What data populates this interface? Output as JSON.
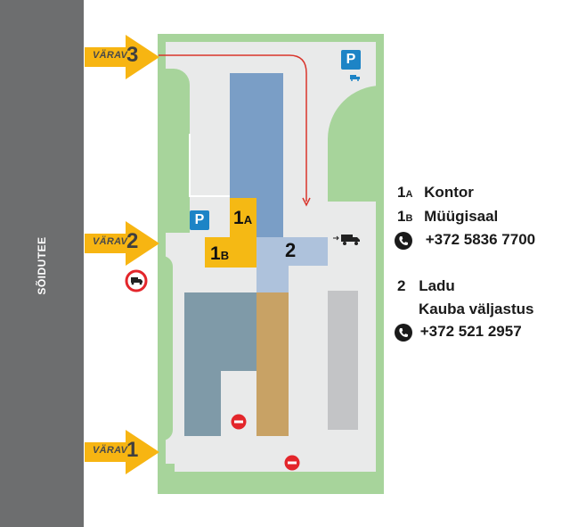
{
  "road": {
    "label": "SÕIDUTEE"
  },
  "gates": [
    {
      "word": "VÄRAV",
      "number": "3"
    },
    {
      "word": "VÄRAV",
      "number": "2"
    },
    {
      "word": "VÄRAV",
      "number": "1"
    }
  ],
  "parking": {
    "symbol": "P"
  },
  "buildings": {
    "b1a": {
      "main": "1",
      "sub": "A"
    },
    "b1b": {
      "main": "1",
      "sub": "B"
    },
    "b2": {
      "label": "2"
    }
  },
  "legend": {
    "row1": {
      "num": "1",
      "sub": "A",
      "text": "Kontor"
    },
    "row2": {
      "num": "1",
      "sub": "B",
      "text": "Müügisaal"
    },
    "phone1": "+372 5836 7700",
    "row3": {
      "num": "2",
      "text": "Ladu"
    },
    "row4": {
      "text": "Kauba väljastus"
    },
    "phone2": "+372 521 2957"
  },
  "icons": {
    "truck": "truck-icon",
    "no_entry": "no-entry-icon",
    "no_trucks": "no-trucks-sign-icon",
    "phone": "phone-icon"
  },
  "colors": {
    "road": "#6d6e6f",
    "green": "#a7d49b",
    "lot": "#e9eaea",
    "gate_arrow": "#f7b512",
    "parking": "#1d84c6",
    "building_blue": "#7a9ec6",
    "building_light_blue": "#aec2dc",
    "building_yellow": "#f5b914",
    "building_slate": "#7f9aa8",
    "building_tan": "#c8a265",
    "building_gray": "#c3c4c6",
    "route": "#d9342b"
  }
}
